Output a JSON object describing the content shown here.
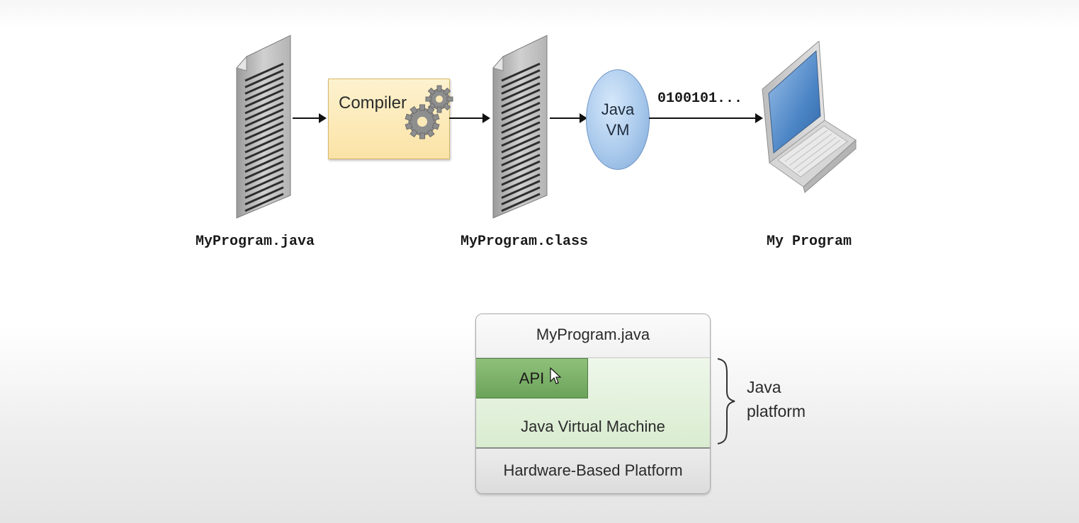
{
  "flow": {
    "source_file_label": "MyProgram.java",
    "compiler_label": "Compiler",
    "class_file_label": "MyProgram.class",
    "jvm_label_line1": "Java",
    "jvm_label_line2": "VM",
    "binary_label": "0100101...",
    "program_label": "My Program"
  },
  "stack": {
    "top_layer": "MyProgram.java",
    "api_layer": "API",
    "jvm_layer": "Java Virtual Machine",
    "hardware_layer": "Hardware-Based Platform",
    "brace_label_line1": "Java",
    "brace_label_line2": "platform"
  },
  "colors": {
    "compiler_fill": "#fbe3a6",
    "jvm_fill": "#a9c9ec",
    "api_fill": "#7bb066",
    "platform_fill": "#e2f0da"
  },
  "icons": [
    "document-icon",
    "gears-icon",
    "laptop-icon",
    "mouse-cursor-icon",
    "brace-icon"
  ]
}
